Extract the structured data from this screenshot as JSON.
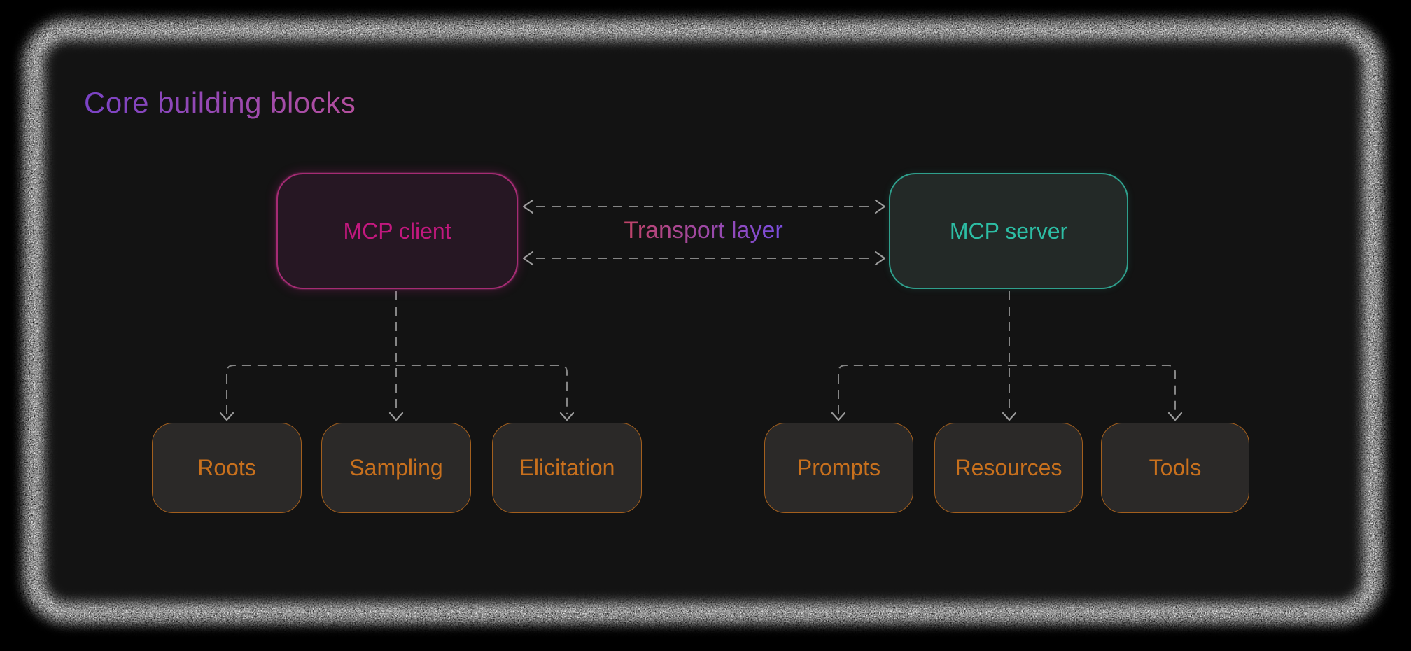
{
  "title": "Core building blocks",
  "nodes": {
    "client": {
      "label": "MCP client"
    },
    "server": {
      "label": "MCP server"
    },
    "transport": {
      "label": "Transport layer"
    },
    "client_children": [
      {
        "label": "Roots"
      },
      {
        "label": "Sampling"
      },
      {
        "label": "Elicitation"
      }
    ],
    "server_children": [
      {
        "label": "Prompts"
      },
      {
        "label": "Resources"
      },
      {
        "label": "Tools"
      }
    ]
  },
  "connections": {
    "transport_arrows": "bidirectional-dashed",
    "child_arrows": "dashed-down-chevron"
  },
  "colors": {
    "page_background": "#000000",
    "card_background": "#131313",
    "grain_border": "#ffffff",
    "title_gradient_start": "#7a43c6",
    "title_gradient_end": "#b44f9d",
    "transport_gradient_start": "#c04367",
    "transport_gradient_end": "#7a4de0",
    "client_accent": "#c2187e",
    "client_border": "#a62b74",
    "client_fill": "#261723",
    "server_accent": "#2dbda4",
    "server_border": "#2f9f8c",
    "server_fill": "#232927",
    "leaf_accent": "#c8701d",
    "leaf_border": "#a35f1d",
    "leaf_fill": "#2b2928",
    "connector": "#858585"
  }
}
